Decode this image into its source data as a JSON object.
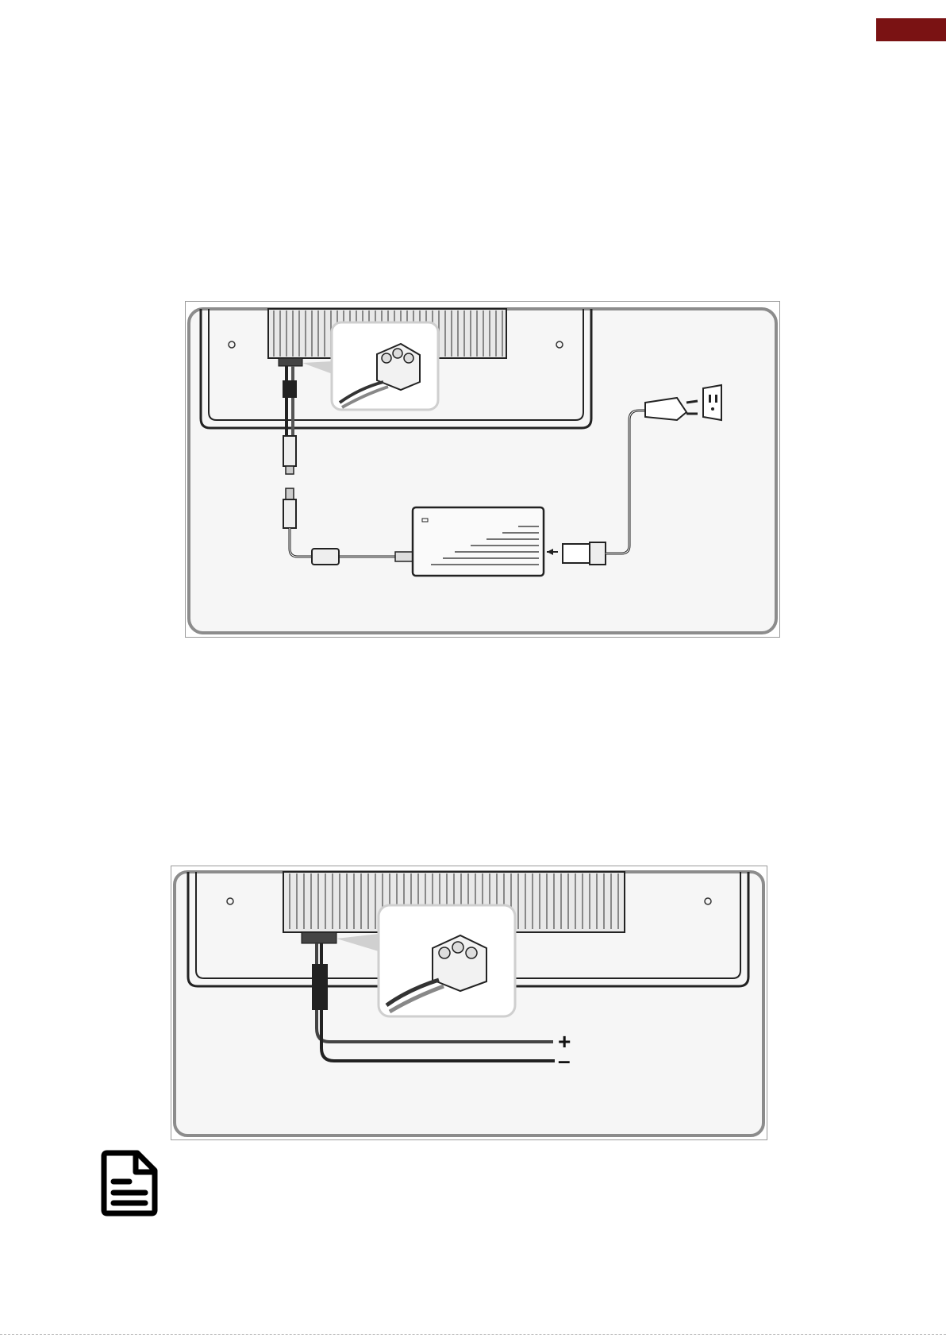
{
  "header": {
    "tab_color": "#7a1213"
  },
  "figures": [
    {
      "id": "ac-adapter-connection",
      "parts": [
        "panel-rear",
        "terminal-block-inset",
        "dc-plug",
        "ac-adapter",
        "ac-power-cord",
        "wall-outlet"
      ]
    },
    {
      "id": "dc-wiring-connection",
      "parts": [
        "panel-rear",
        "terminal-block-inset",
        "dc-wires"
      ],
      "polarity_labels": [
        "+",
        "–"
      ]
    }
  ],
  "note": {
    "icon": "note-icon"
  }
}
